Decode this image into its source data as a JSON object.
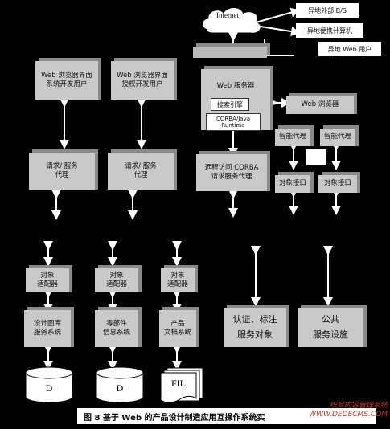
{
  "nodes": {
    "internet": "Internet",
    "remote_bs": "异地外部 B/S",
    "remote_portable": "异地便携计算机",
    "remote_web_user": "异地 Web 用户",
    "web_dev_user": "Web 浏览器界面\n系统开发用户",
    "web_auth_user": "Web 浏览器界面\n授权开发用户",
    "web_server": "Web 服务器",
    "search_engine": "搜索引擎",
    "corba_runtime": "CORBA/Java\nRuntime",
    "web_browser": "Web 浏览器",
    "smart_agent_1": "智能代理",
    "smart_agent_2": "智能代理",
    "req_proxy_1": "请求/ 服务\n代理",
    "req_proxy_2": "请求/ 服务\n代理",
    "remote_corba": "远程访问 CORBA\n请求服务代理",
    "obj_iface_1": "对象接口",
    "obj_iface_2": "对象接口",
    "adapter_1": "对象\n适配器",
    "adapter_2": "对象\n适配器",
    "adapter_3": "对象\n适配器",
    "design_lib": "设计图库\n服务系统",
    "parts_info": "零部件\n信息系统",
    "product_doc": "产品\n文档系统",
    "auth_service": "认证、标注\n服务对象",
    "public_service": "公共\n服务设施",
    "db_1": "D",
    "db_2": "D",
    "file": "FIL"
  },
  "caption": "图 8   基于 Web 的产品设计制造应用互操作系统实",
  "watermark": "织梦内容管理系统\nWWW.DEDECMS.COM"
}
